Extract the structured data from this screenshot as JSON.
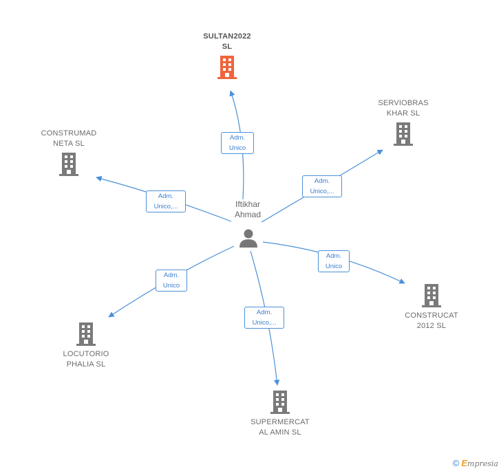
{
  "center": {
    "label": "Iftikhar\nAhmad",
    "icon": "person-icon"
  },
  "companies": [
    {
      "id": "sultan",
      "label": "SULTAN2022\nSL",
      "color": "#f0643c",
      "main": true,
      "role": "Adm.\nUnico"
    },
    {
      "id": "serviobras",
      "label": "SERVIOBRAS\nKHAR SL",
      "color": "#7a7a7a",
      "role": "Adm.\nUnico,..."
    },
    {
      "id": "construmad",
      "label": "CONSTRUMAD\nNETA SL",
      "color": "#7a7a7a",
      "role": "Adm.\nUnico,..."
    },
    {
      "id": "construcat",
      "label": "CONSTRUCAT\n2012 SL",
      "color": "#7a7a7a",
      "role": "Adm.\nUnico"
    },
    {
      "id": "locutorio",
      "label": "LOCUTORIO\nPHALIA  SL",
      "color": "#7a7a7a",
      "role": "Adm.\nUnico"
    },
    {
      "id": "supermercat",
      "label": "SUPERMERCAT\nAL AMIN  SL",
      "color": "#7a7a7a",
      "role": "Adm.\nUnico,..."
    }
  ],
  "edge_color": "#4a90d9",
  "footer": {
    "copyright": "©",
    "brand_first": "E",
    "brand_rest": "mpresia"
  }
}
